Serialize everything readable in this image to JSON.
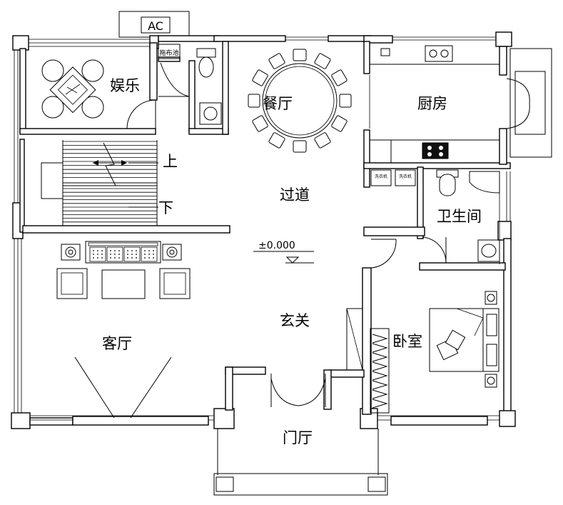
{
  "rooms": {
    "entertainment": "娱乐",
    "dining": "餐厅",
    "kitchen": "厨房",
    "corridor": "过道",
    "bathroom": "卫生间",
    "living": "客厅",
    "foyer": "玄关",
    "bedroom": "卧室",
    "entrance_hall": "门厅"
  },
  "stairs": {
    "up": "上",
    "down": "下"
  },
  "fixtures": {
    "ac": "AC",
    "mop_sink": "拖布池",
    "washer_1": "洗衣机",
    "washer_2": "洗衣机"
  },
  "level_mark": "±0.000"
}
